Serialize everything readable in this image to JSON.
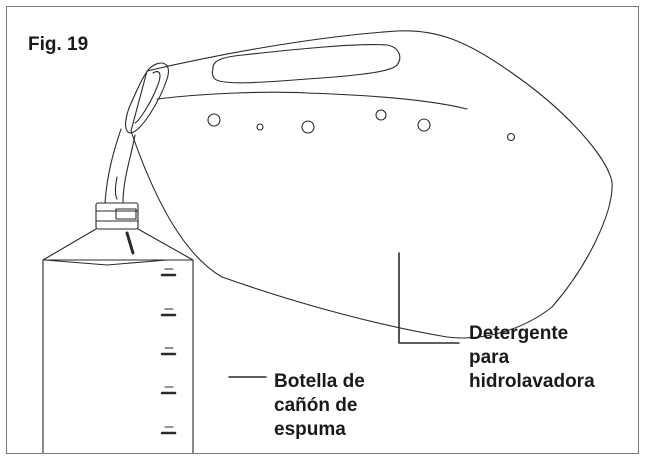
{
  "figure": {
    "label": "Fig. 19"
  },
  "detergent_label": {
    "lines": [
      "Detergente",
      "para",
      "hidrolavadora"
    ]
  },
  "bottle_label": {
    "lines": [
      "Botella de",
      "cañón de",
      "espuma"
    ]
  },
  "colors": {
    "stroke": "#2a2a2a",
    "frame": "#7a7a7a",
    "text": "#1a1a1a"
  }
}
